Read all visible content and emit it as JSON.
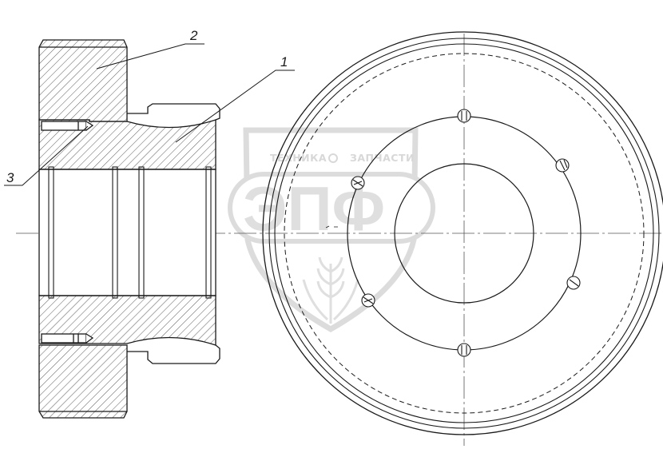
{
  "drawing": {
    "callouts": [
      "2",
      "1",
      "3"
    ]
  },
  "watermark": {
    "top_left": "ТЕХНИКА",
    "top_right": "ЗАПЧАСТИ",
    "logo_text": "ЭПФ"
  },
  "colors": {
    "line": "#1a1a1a",
    "watermark": "#d4d4d4"
  }
}
